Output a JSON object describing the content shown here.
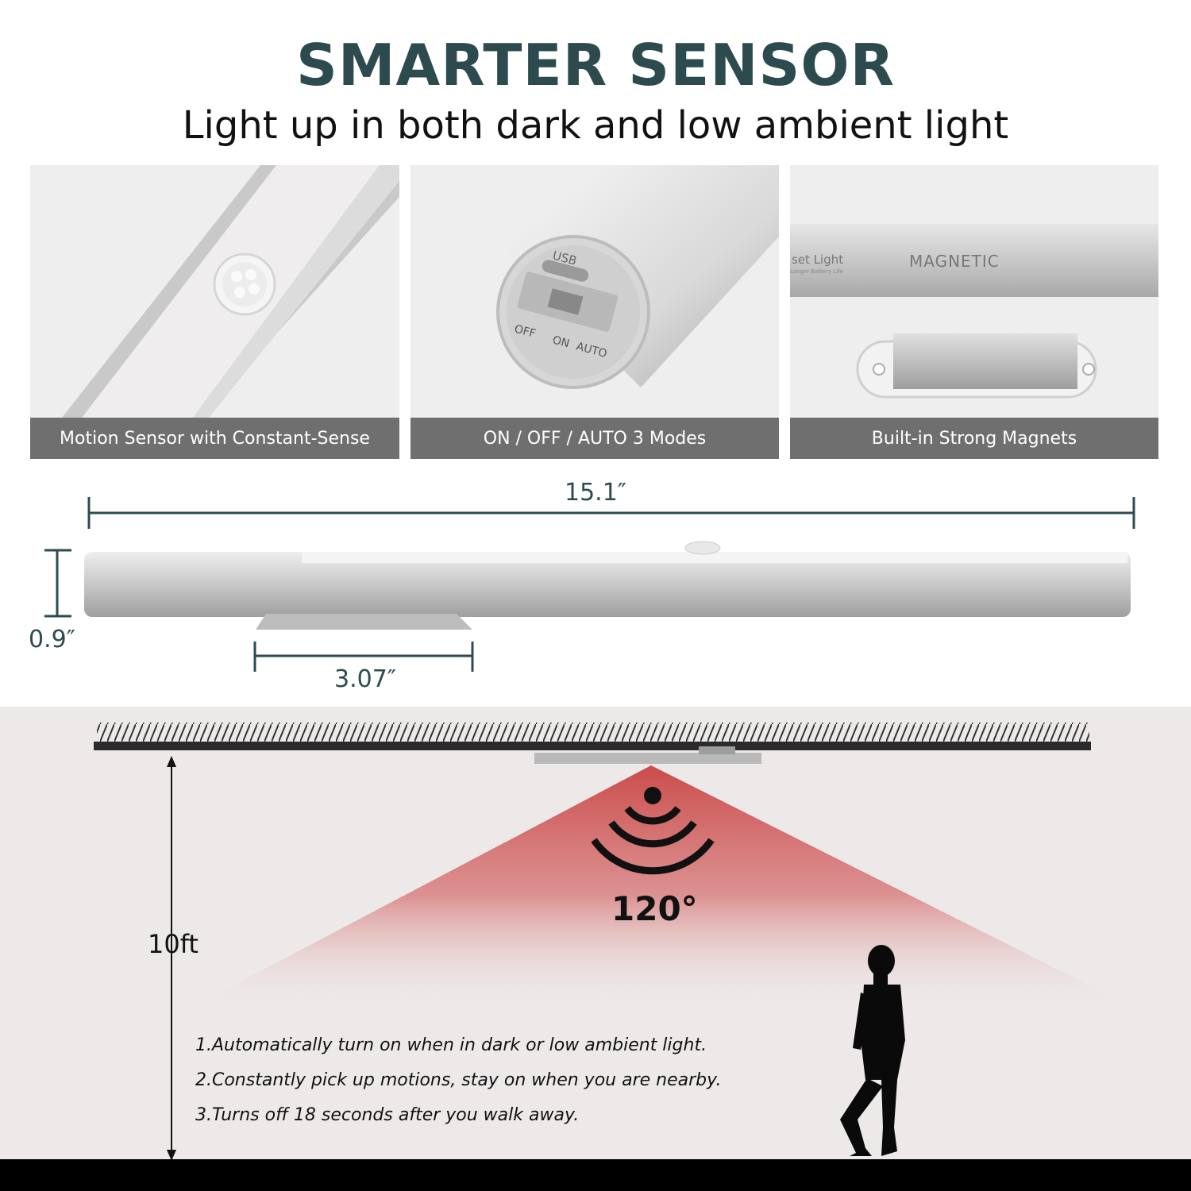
{
  "header": {
    "title": "SMARTER SENSOR",
    "subtitle": "Light up in both dark and low ambient light"
  },
  "panels": [
    {
      "caption": "Motion Sensor with Constant-Sense"
    },
    {
      "caption": "ON / OFF / AUTO 3 Modes",
      "usb_label": "USB",
      "switch_labels": [
        "OFF",
        "ON",
        "AUTO"
      ]
    },
    {
      "caption": "Built-in Strong Magnets",
      "bar_text": "MAGNETIC",
      "side_text": "set Light",
      "side_small": "Longer Battery Life"
    }
  ],
  "dimensions": {
    "length": "15.1″",
    "height": "0.9″",
    "magnet_length": "3.07″"
  },
  "detection": {
    "angle": "120°",
    "distance": "10ft",
    "features": [
      "1.Automatically turn on when in dark or low ambient light.",
      "2.Constantly pick up motions, stay on when you are nearby.",
      "3.Turns off 18 seconds after you walk away."
    ]
  },
  "colors": {
    "title": "#2d4b4f",
    "caption_bg": "#6f6f6f",
    "cone": "#c63b3b"
  }
}
